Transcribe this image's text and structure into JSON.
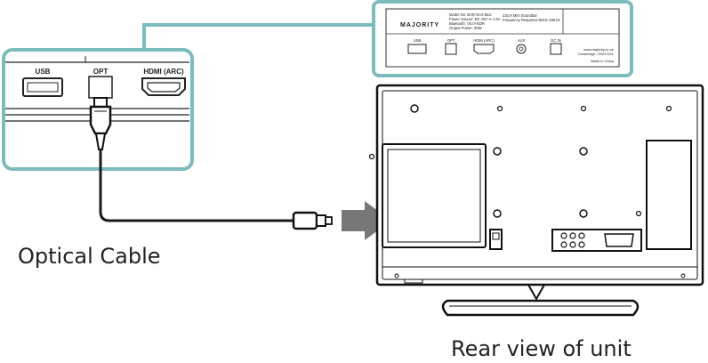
{
  "soundbar_panel": {
    "brand": "MAJORITY",
    "info_left": [
      "Model No: BAR-SAX-BLK",
      "Power Source: DC 19V ⎓ 1.5A",
      "Bluetooth: V5.0+EDR",
      "Output Power: 20W"
    ],
    "info_right": [
      "23CH Mini Soundbar",
      "Frequency Response:50Hz-18KHz"
    ],
    "ports": [
      "USB",
      "OPT",
      "HDMI (ARC)",
      "AUX",
      "DC IN"
    ],
    "address": [
      "www.majority.co.uk",
      "Cambridge, CB23 6GL",
      "Made in China"
    ]
  },
  "zoom_panel": {
    "ports": [
      "USB",
      "OPT",
      "HDMI (ARC)"
    ]
  },
  "labels": {
    "cable": "Optical Cable",
    "tv": "Rear view of unit"
  },
  "colors": {
    "teal_frame": "#7dbcbc",
    "arrow": "#777777",
    "line": "#1a1a1a"
  }
}
